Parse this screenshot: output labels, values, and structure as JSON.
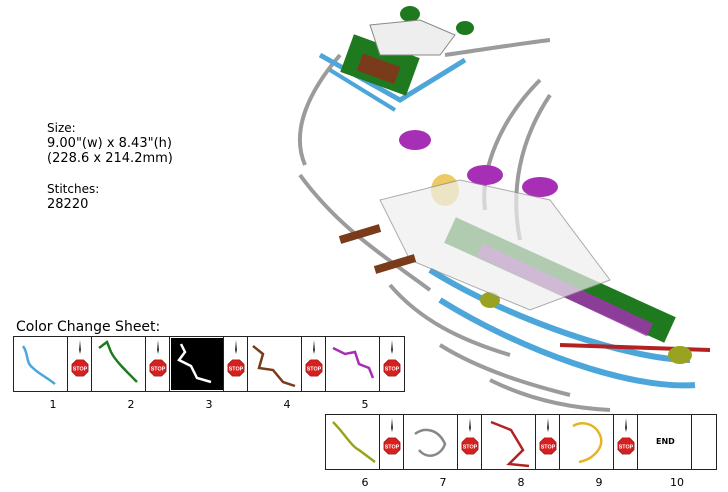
{
  "design": {
    "size_label": "Size:",
    "size_inches": "9.00\"(w) x 8.43\"(h)",
    "size_mm": "(228.6 x 214.2mm)",
    "stitches_label": "Stitches:",
    "stitches_value": "28220"
  },
  "sheet": {
    "title": "Color Change Sheet:",
    "swatches": [
      {
        "num": "1",
        "color": "#4da6d9"
      },
      {
        "num": "2",
        "color": "#1f7a1f"
      },
      {
        "num": "3",
        "color": "#ffffff"
      },
      {
        "num": "4",
        "color": "#7a3b1a"
      },
      {
        "num": "5",
        "color": "#a62fb5"
      },
      {
        "num": "6",
        "color": "#9aa31f"
      },
      {
        "num": "7",
        "color": "#888888"
      },
      {
        "num": "8",
        "color": "#b22222"
      },
      {
        "num": "9",
        "color": "#e6b422"
      },
      {
        "num": "10",
        "end_label": "END"
      }
    ]
  },
  "icons": {
    "stop": "stop-sign-icon",
    "needle": "needle-icon"
  },
  "stop_text": "STOP"
}
